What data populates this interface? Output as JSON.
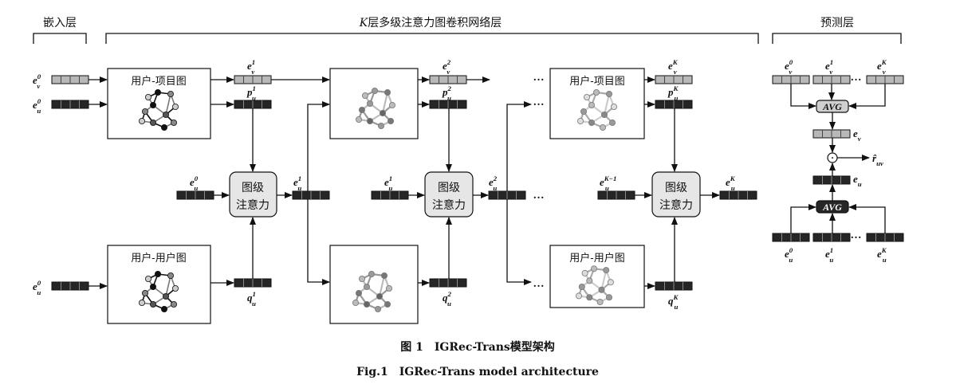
{
  "sections": {
    "embedding": "嵌入层",
    "k_layer_prefix": "K",
    "k_layer_suffix": "层多级注意力图卷积网络层",
    "prediction": "预测层"
  },
  "graph_labels": {
    "user_item": "用户-项目图",
    "user_user": "用户-用户图"
  },
  "attention_block": {
    "line1": "图级",
    "line2": "注意力"
  },
  "avg_label": "AVG",
  "ellipsis": "…",
  "symbols": {
    "e": "e",
    "p": "p",
    "q": "q",
    "sub_v": "v",
    "sub_u": "u",
    "sup_0": "0",
    "sup_1": "1",
    "sup_2": "2",
    "sup_K": "K",
    "sup_Km1": "K−1",
    "r_hat": "r̂",
    "sub_uv": "uv",
    "odot": "·"
  },
  "caption": {
    "zh": "图 1　IGRec-Trans模型架构",
    "en": "Fig.1　IGRec-Trans model architecture"
  },
  "colors": {
    "item_emb": "#b8b8b8",
    "user_emb": "#262626",
    "block_fill": "#e6e6e6"
  }
}
